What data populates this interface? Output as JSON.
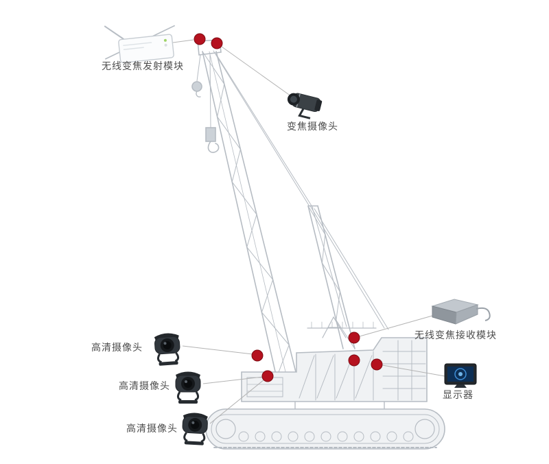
{
  "page": {
    "background": "#ffffff"
  },
  "diagram": {
    "type": "annotated-equipment-diagram",
    "components": {
      "transmitter": {
        "label": "无线变焦发射模块",
        "icon": "wireless-module-with-antenna"
      },
      "zoom_camera": {
        "label": "变焦摄像头",
        "icon": "zoom-bullet-camera"
      },
      "receiver": {
        "label": "无线变焦接收模块",
        "icon": "wireless-receiver-box"
      },
      "monitor": {
        "label": "显示器",
        "icon": "lcd-monitor"
      },
      "hd_camera_1": {
        "label": "高清摄像头",
        "icon": "hd-rearview-camera"
      },
      "hd_camera_2": {
        "label": "高清摄像头",
        "icon": "hd-rearview-camera"
      },
      "hd_camera_3": {
        "label": "高清摄像头",
        "icon": "hd-rearview-camera"
      }
    },
    "colors": {
      "marker_red": "#b5121f",
      "marker_stroke": "#7e0a12",
      "connector_gray": "#b3b3b3",
      "crane_gray": "#b6bcc3",
      "label_text": "#4d4d4d"
    }
  }
}
